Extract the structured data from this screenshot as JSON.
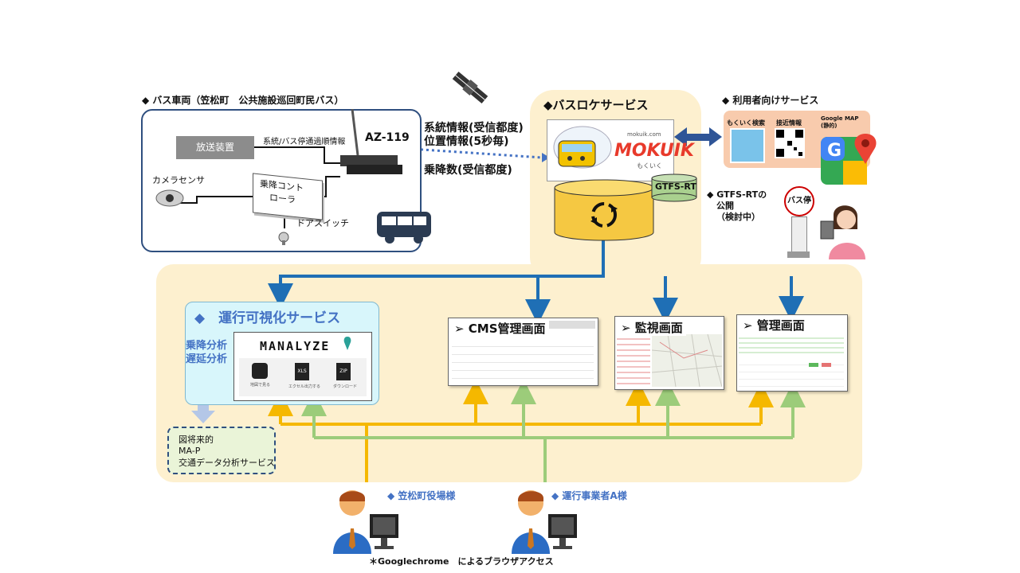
{
  "bus": {
    "header": "◆ バス車両（笠松町　公共施設巡回町民バス）",
    "broadcast": "放送装置",
    "route_info": "系統/バス停通過順情報",
    "device": "AZ-119",
    "camera": "カメラセンサ",
    "controller_line1": "乗降コント",
    "controller_line2": "ローラ",
    "door_switch": "ドアスイッチ"
  },
  "comm": {
    "line1": "系統情報(受信都度)",
    "line2": "位置情報(5秒毎)",
    "line3": "乗降数(受信都度)"
  },
  "busloc": {
    "header": "◆バスロケサービス",
    "logo_url": "mokuik.com",
    "logo": "MOKUIK",
    "logo_sub": "もくいく",
    "gtfs": "GTFS-RT"
  },
  "user_service": {
    "header": "◆ 利用者向けサービス",
    "items": [
      "もくいく検索",
      "接近情報",
      "Google MAP\n(静的)"
    ],
    "gtfs_line1": "◆ GTFS-RTの",
    "gtfs_line2": "公開",
    "gtfs_line3": "（検討中）",
    "busstop_sign": "バス停"
  },
  "viz": {
    "title": "◆　運行可視化サービス",
    "label1": "乗降分析",
    "label2": "遅延分析",
    "brand": "MANALYZE",
    "icons": [
      {
        "name": "map",
        "caption": "地図で見る"
      },
      {
        "name": "xls",
        "caption": "エクセル出力する"
      },
      {
        "name": "zip",
        "caption": "ダウンロード"
      }
    ]
  },
  "future": {
    "line1": "図将来的",
    "line2": "MA-P",
    "line3": "交通データ分析サービス"
  },
  "screens": {
    "cms": "CMS管理画面",
    "monitor": "監視画面",
    "admin": "管理画面"
  },
  "users": {
    "town": "◆ 笠松町役場様",
    "operator": "◆ 運行事業者A様"
  },
  "footer": "＊Googlechrome　によるブラウザアクセス",
  "colors": {
    "cream": "#fdf0cf",
    "blue_arrow": "#1f6fb5",
    "yellow_line": "#f5b800",
    "green_line": "#9ccc7a",
    "navy": "#2f4f7f",
    "accent_blue": "#4472c4"
  }
}
